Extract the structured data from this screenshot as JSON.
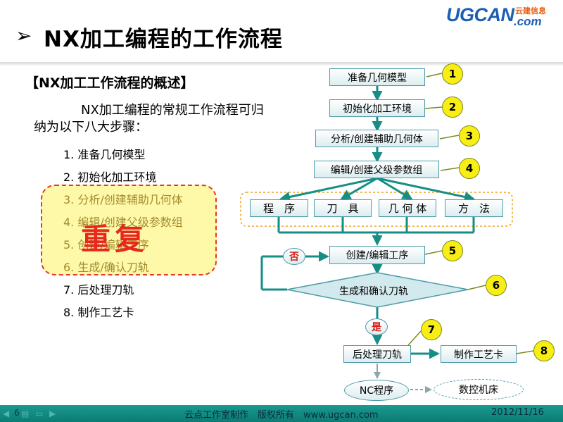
{
  "header": {
    "title_arrow": "➢",
    "title": "NX加工编程的工作流程",
    "logo": {
      "main": "UGCAN",
      "cn": "云建信息",
      "com": ".com",
      "brand_color": "#1b5fb4"
    }
  },
  "overview": {
    "heading": "【NX加工工作流程的概述】",
    "intro_line1": "NX加工编程的常规工作流程可归",
    "intro_line2": "纳为以下八大步骤：",
    "steps": [
      "1.  准备几何模型",
      "2.  初始化加工环境",
      "3.  分析/创建辅助几何体",
      "4.  编辑/创建父级参数组",
      "5.  创建/编辑工序",
      "6.  生成/确认刀轨",
      "7.  后处理刀轨",
      "8.  制作工艺卡"
    ],
    "repeat_label": "重复"
  },
  "flowchart": {
    "boxes": {
      "prepare": "准备几何模型",
      "init": "初始化加工环境",
      "analyze": "分析/创建辅助几何体",
      "parent": "编辑/创建父级参数组",
      "program": "程　序",
      "tool": "刀　具",
      "geometry": "几 何 体",
      "method": "方　法",
      "operation": "创建/编辑工序",
      "generate": "生成和确认刀轨",
      "post": "后处理刀轨",
      "card": "制作工艺卡",
      "nc": "NC程序",
      "machine": "数控机床"
    },
    "yes": "是",
    "no": "否",
    "numbers": [
      "1",
      "2",
      "3",
      "4",
      "5",
      "6",
      "7",
      "8"
    ]
  },
  "footer": {
    "page": "6",
    "credit": "云点工作室制作　版权所有　www.ugcan.com",
    "date": "2012/11/16"
  }
}
